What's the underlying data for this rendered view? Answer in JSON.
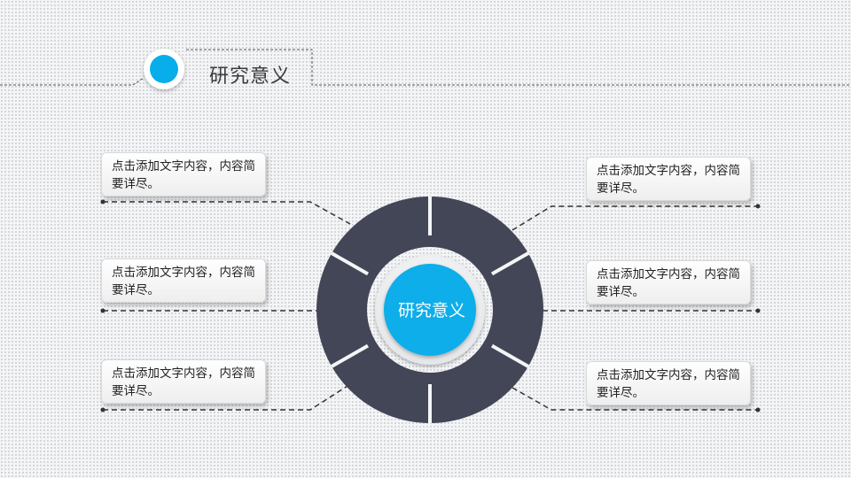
{
  "title": "研究意义",
  "center_label": "研究意义",
  "items": [
    {
      "text": "点击添加文字内容，内容简要详尽。"
    },
    {
      "text": "点击添加文字内容，内容简要详尽。"
    },
    {
      "text": "点击添加文字内容，内容简要详尽。"
    },
    {
      "text": "点击添加文字内容，内容简要详尽。"
    },
    {
      "text": "点击添加文字内容，内容简要详尽。"
    },
    {
      "text": "点击添加文字内容，内容简要详尽。"
    }
  ],
  "colors": {
    "accent": "#08aeea",
    "ring": "#434657",
    "line": "#333333"
  }
}
